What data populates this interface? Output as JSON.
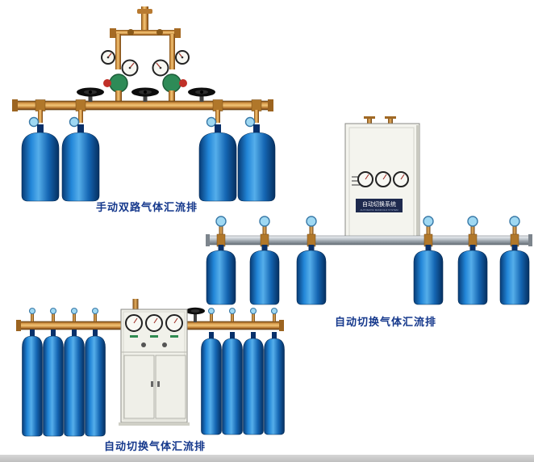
{
  "page": {
    "background": "#ffffff",
    "footer_strip_color": "#c9c9c9"
  },
  "colors": {
    "caption_text": "#15388c",
    "brass_pipe": "#c78a3c",
    "cylinder_blue": "#1668b8",
    "silver_pipe": "#aab2b9",
    "cabinet_body": "#f2f2ec",
    "panel_band": "#1e2a4e",
    "valve_knob_blue": "#9fd8f2",
    "handwheel_black": "#111111"
  },
  "products": [
    {
      "name": "manual-dual-gas-manifold",
      "caption": "手动双路气体汇流排",
      "cylinder_count": 4,
      "handwheel_count": 3,
      "regulator_count": 2
    },
    {
      "name": "auto-switch-gas-manifold-wall-cabinet",
      "caption": "自动切换气体汇流排",
      "cylinder_count": 6,
      "gauge_count": 3,
      "cabinet_panel_title": "自动切换系统",
      "cabinet_panel_subtitle": "AUTOMATIC MANIFOLD SYSTEM"
    },
    {
      "name": "auto-switch-gas-manifold-floor-cabinet",
      "caption": "自动切换气体汇流排",
      "cylinder_count": 8,
      "gauge_count": 3
    }
  ]
}
